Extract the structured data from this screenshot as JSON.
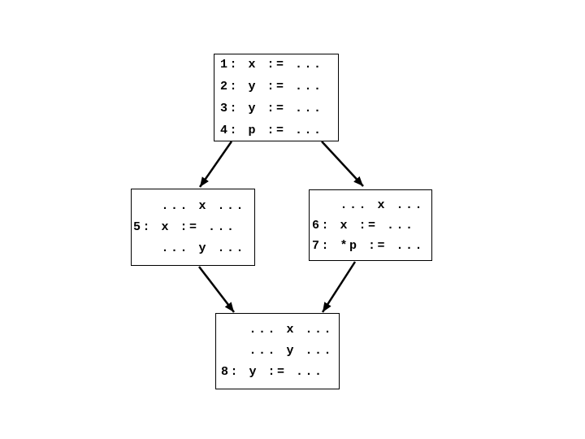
{
  "diagram": {
    "kind": "control-flow-graph",
    "colors": {
      "background": "#ffffff",
      "box_border": "#000000",
      "text": "#000000",
      "arrow": "#000000"
    },
    "nodes": [
      {
        "id": "block-1",
        "lines": [
          "1: x := ...",
          "2: y := ...",
          "3: y := ...",
          "4: p := ..."
        ]
      },
      {
        "id": "block-5",
        "lines": [
          "   ... x ...",
          "5: x := ...",
          "   ... y ..."
        ]
      },
      {
        "id": "block-6-7",
        "lines": [
          "   ... x ...",
          "6: x := ...",
          "7: *p := ..."
        ]
      },
      {
        "id": "block-8",
        "lines": [
          "   ... x ...",
          "   ... y ...",
          "8: y := ..."
        ]
      }
    ],
    "edges": [
      {
        "from": "block-1",
        "to": "block-5"
      },
      {
        "from": "block-1",
        "to": "block-6-7"
      },
      {
        "from": "block-5",
        "to": "block-8"
      },
      {
        "from": "block-6-7",
        "to": "block-8"
      }
    ]
  }
}
